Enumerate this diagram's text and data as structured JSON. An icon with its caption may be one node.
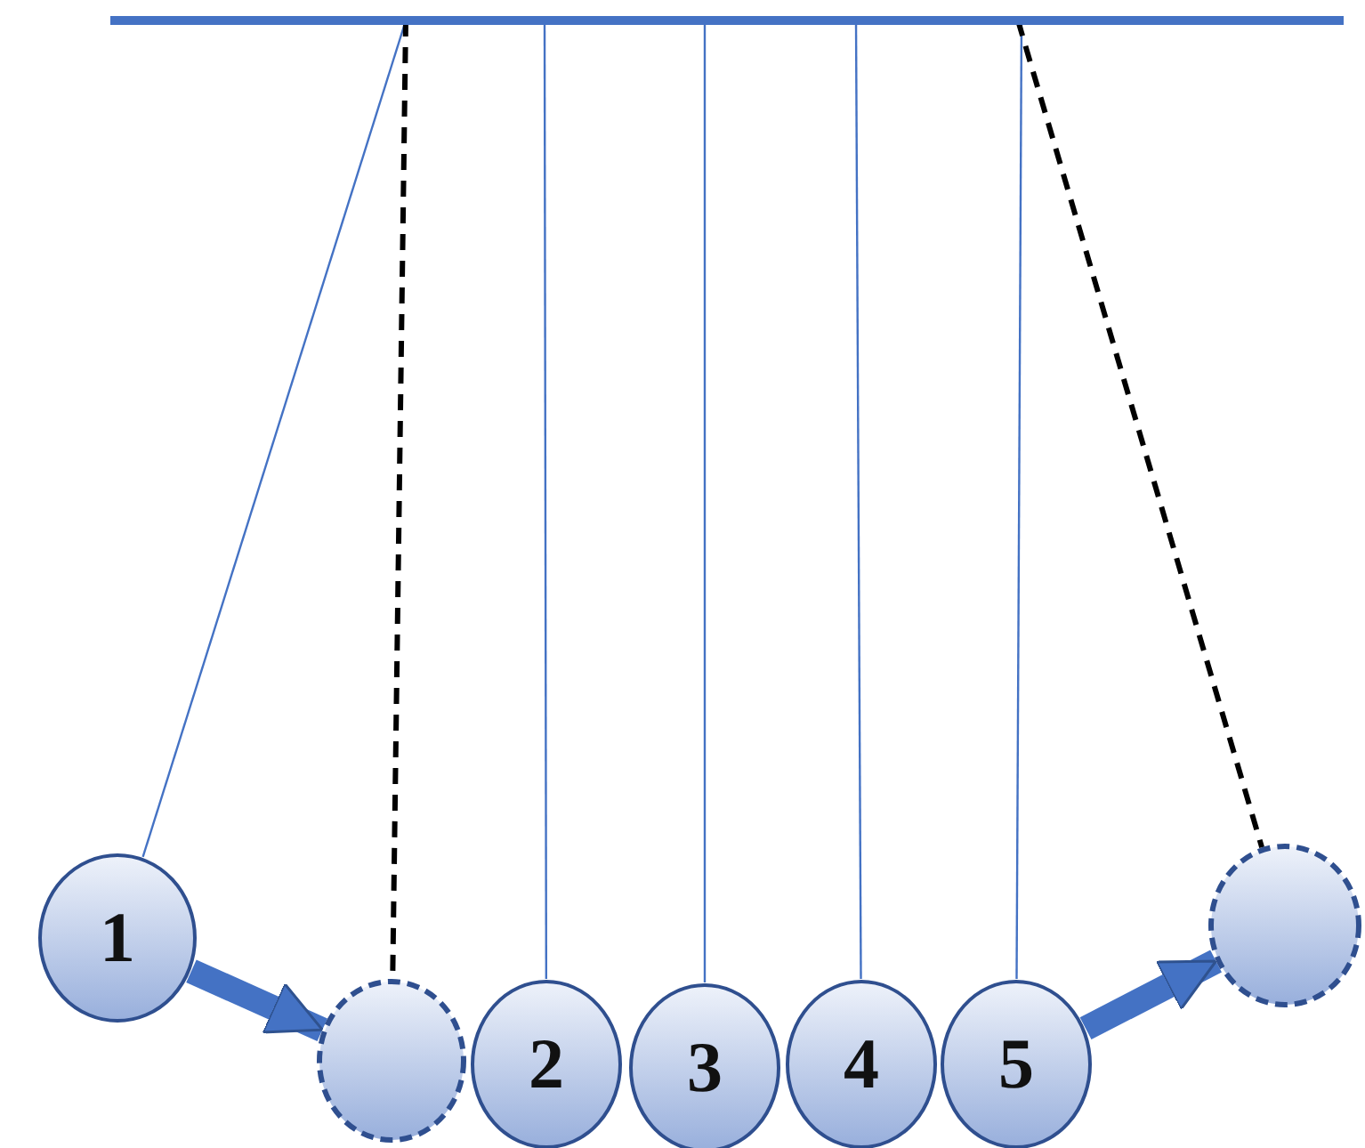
{
  "diagram": {
    "nodes": [
      {
        "text": [],
        "shape": "bar"
      },
      {
        "text": [
          "1"
        ]
      },
      {
        "text": [],
        "shape": "circle"
      },
      {
        "text": [
          "2"
        ]
      },
      {
        "text": [
          "3"
        ]
      },
      {
        "text": [
          "4"
        ]
      },
      {
        "text": [
          "5"
        ]
      },
      {
        "text": [],
        "shape": "circle"
      }
    ],
    "edges": [
      {
        "from": 0,
        "to": 1,
        "arrow": "none"
      },
      {
        "from": 0,
        "to": 2,
        "arrow": "none",
        "style": "dashed",
        "color": "#000000"
      },
      {
        "from": 0,
        "to": 3,
        "arrow": "none"
      },
      {
        "from": 0,
        "to": 4,
        "arrow": "none"
      },
      {
        "from": 0,
        "to": 5,
        "arrow": "none"
      },
      {
        "from": 0,
        "to": 6,
        "arrow": "none"
      },
      {
        "from": 0,
        "to": 7,
        "arrow": "none",
        "style": "dashed",
        "color": "#000000"
      },
      {
        "from": 1,
        "to": 2,
        "arrow": "to",
        "style": "thick"
      },
      {
        "from": 6,
        "to": 7,
        "arrow": "to",
        "style": "thick"
      }
    ]
  }
}
